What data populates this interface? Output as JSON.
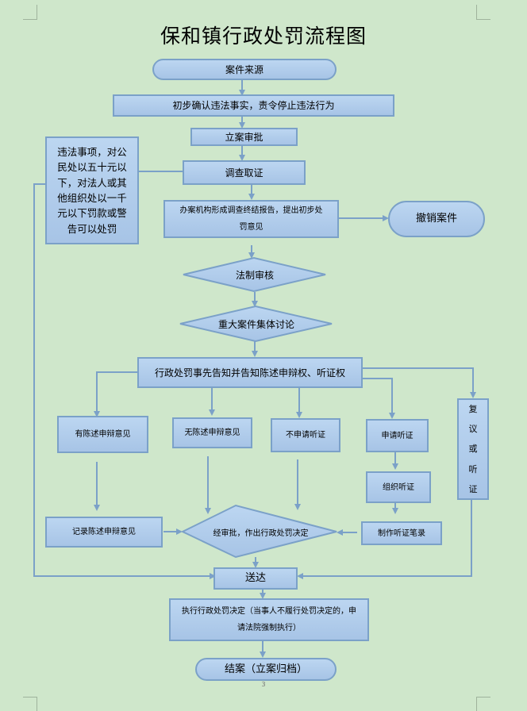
{
  "title": "保和镇行政处罚流程图",
  "page_number": "3",
  "colors": {
    "background": "#cfe7cb",
    "node_fill_top": "#bcd6f1",
    "node_fill_bottom": "#a7c4e6",
    "node_border": "#7ba1c8",
    "connector": "#7ba1c8"
  },
  "nodes": {
    "case_source": "案件来源",
    "preliminary_confirm": "初步确认违法事实，责令停止违法行为",
    "filing_approval": "立案审批",
    "investigation": "调查取证",
    "summary_procedure": "违法事项，对公民处以五十元以下，对法人或其他组织处以一千元以下罚款或警告可以处罚",
    "investigation_report": "办案机构形成调查终结报告，提出初步处罚意见",
    "revoke_case": "撤销案件",
    "legal_review": "法制审核",
    "major_case_discussion": "重大案件集体讨论",
    "prior_notice": "行政处罚事先告知并告知陈述申辩权、听证权",
    "has_statement": "有陈述申辩意见",
    "no_statement": "无陈述申辩意见",
    "no_hearing_request": "不申请听证",
    "hearing_request": "申请听证",
    "organize_hearing": "组织听证",
    "reconsideration_or_hearing": [
      "复",
      "议",
      "或",
      "听",
      "证"
    ],
    "record_statement": "记录陈述申辩意见",
    "approval_decision": "经审批，作出行政处罚决定",
    "hearing_transcript": "制作听证笔录",
    "delivery": "送达",
    "execute_decision": "执行行政处罚决定（当事人不履行处罚决定的，申请法院强制执行）",
    "close_case": "结案（立案归档）"
  }
}
